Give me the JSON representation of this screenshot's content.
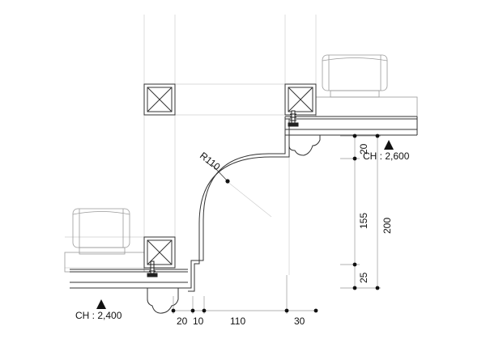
{
  "ceiling_heights": {
    "upper": "CH : 2,600",
    "lower": "CH : 2,400"
  },
  "radius_label": "R110",
  "dimensions": {
    "horizontal": [
      "20",
      "10",
      "110",
      "30"
    ],
    "vertical": [
      "20",
      "155",
      "25"
    ],
    "vertical_total": "200"
  },
  "icons": {
    "level_marker": "triangle-marker-icon",
    "column": "column-cross-icon",
    "screw": "screw-anchor-icon"
  },
  "colors": {
    "line": "#333333",
    "light_line": "#bbbbbb",
    "text": "#111111"
  }
}
